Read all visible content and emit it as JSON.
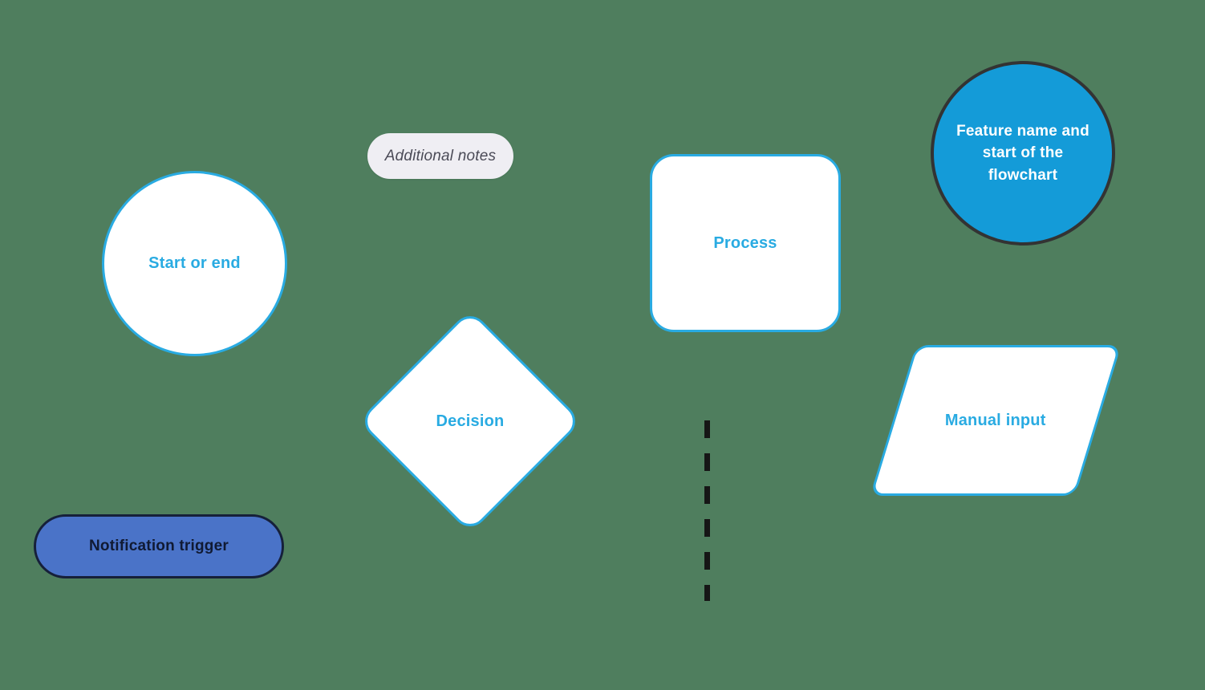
{
  "canvas": {
    "background": "#4f7e5e"
  },
  "shapes": {
    "additional_notes": {
      "label": "Additional notes",
      "type": "note-pill"
    },
    "start_or_end": {
      "label": "Start or end",
      "type": "circle-outline"
    },
    "process": {
      "label": "Process",
      "type": "rounded-square"
    },
    "feature_start": {
      "label": "Feature name and start of the flowchart",
      "type": "circle-filled"
    },
    "decision": {
      "label": "Decision",
      "type": "diamond"
    },
    "manual_input": {
      "label": "Manual input",
      "type": "parallelogram"
    },
    "notification_trigger": {
      "label": "Notification trigger",
      "type": "pill"
    }
  },
  "connector": {
    "type": "dashed-vertical-line"
  },
  "colors": {
    "canvas_bg": "#4f7e5e",
    "accent": "#29abe2",
    "filled_circle": "#149bd8",
    "dark_border": "#333333",
    "note_bg": "#efeef3",
    "note_text": "#4b4b57",
    "notification_fill": "#4a73c8",
    "notification_border": "#16203a",
    "notification_text": "#101a33"
  }
}
